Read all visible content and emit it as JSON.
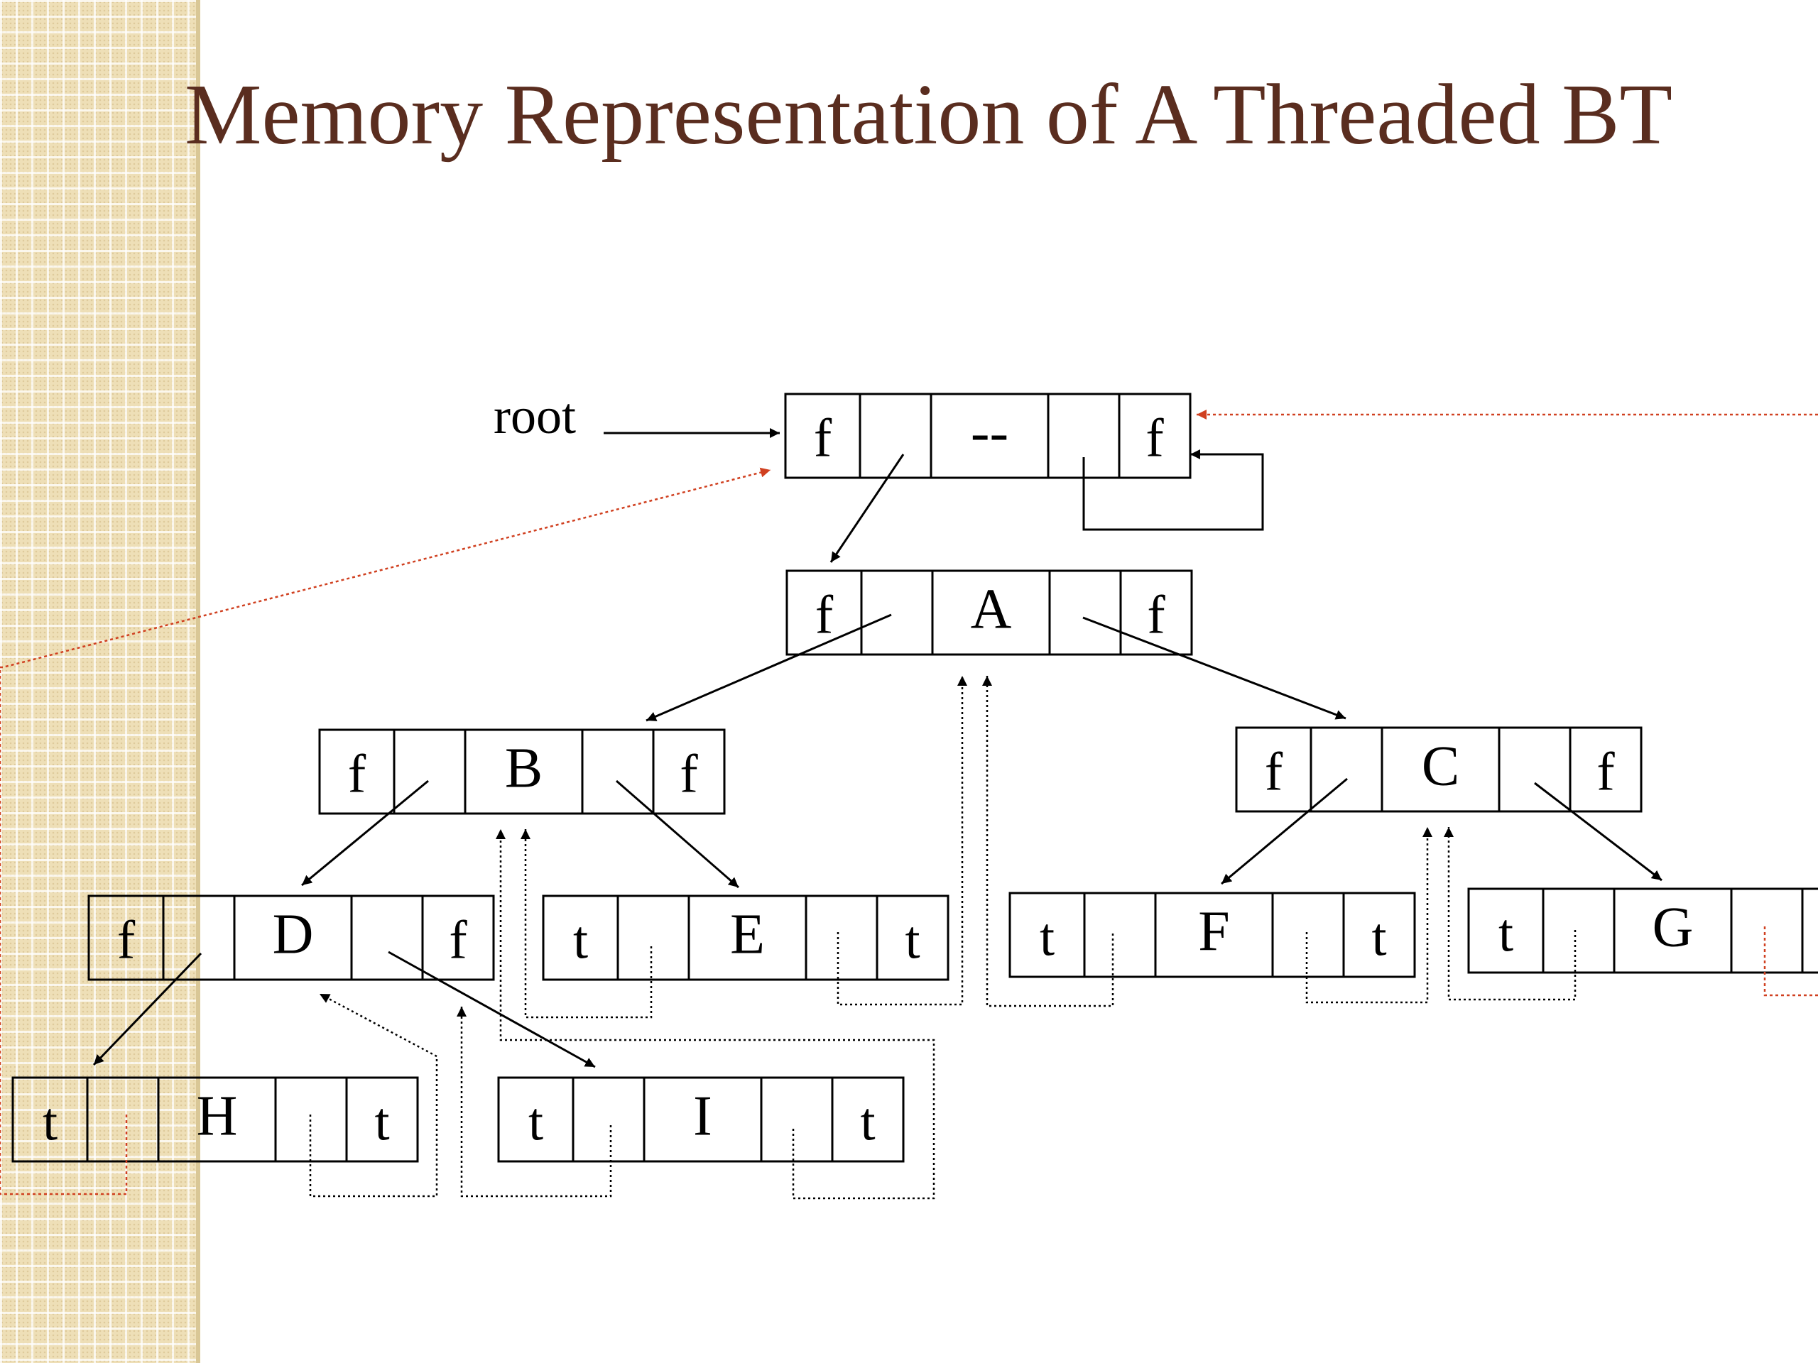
{
  "title": "Memory Representation of A Threaded BT",
  "root_label": "root",
  "nodes": [
    {
      "id": "header",
      "left_flag": "f",
      "data": "--",
      "right_flag": "f"
    },
    {
      "id": "A",
      "left_flag": "f",
      "data": "A",
      "right_flag": "f"
    },
    {
      "id": "B",
      "left_flag": "f",
      "data": "B",
      "right_flag": "f"
    },
    {
      "id": "C",
      "left_flag": "f",
      "data": "C",
      "right_flag": "f"
    },
    {
      "id": "D",
      "left_flag": "f",
      "data": "D",
      "right_flag": "f"
    },
    {
      "id": "E",
      "left_flag": "t",
      "data": "E",
      "right_flag": "t"
    },
    {
      "id": "F",
      "left_flag": "t",
      "data": "F",
      "right_flag": "t"
    },
    {
      "id": "G",
      "left_flag": "t",
      "data": "G",
      "right_flag": ""
    },
    {
      "id": "H",
      "left_flag": "t",
      "data": "H",
      "right_flag": "t"
    },
    {
      "id": "I",
      "left_flag": "t",
      "data": "I",
      "right_flag": "t"
    }
  ],
  "colors": {
    "title": "#5a2d1f",
    "thread_external": "#d04020",
    "link": "#000000"
  }
}
